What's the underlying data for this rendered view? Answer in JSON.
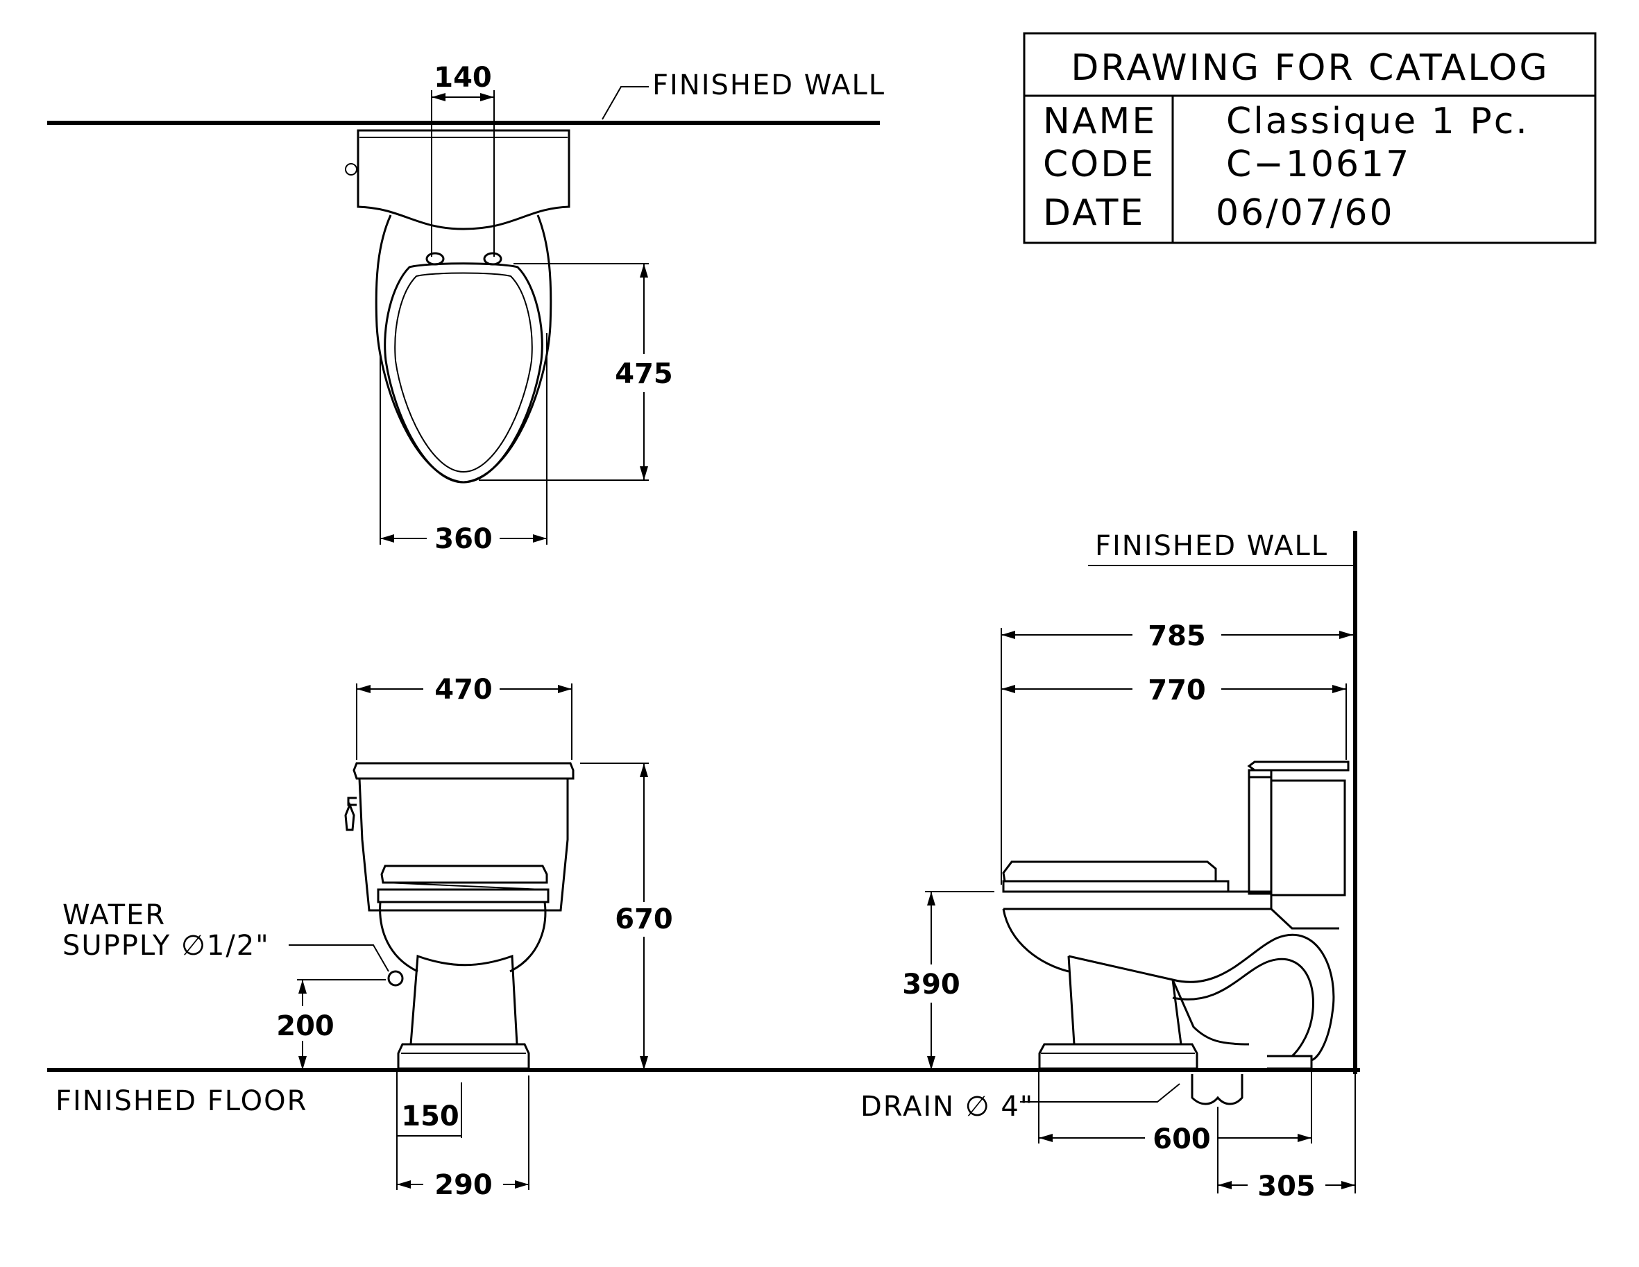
{
  "title_block": {
    "heading": "DRAWING FOR CATALOG",
    "name_label": "NAME",
    "name_value": "Classique 1 Pc.",
    "code_label": "CODE",
    "code_value": "C−10617",
    "date_label": "DATE",
    "date_value": "06/07/60"
  },
  "labels": {
    "finished_wall_top": "FINISHED WALL",
    "finished_wall_side": "FINISHED WALL",
    "finished_floor": "FINISHED FLOOR",
    "water_supply_line1": "WATER",
    "water_supply_line2": "SUPPLY ∅1/2\"",
    "drain": "DRAIN ∅ 4\""
  },
  "dimensions": {
    "d140": "140",
    "d475": "475",
    "d360": "360",
    "d470": "470",
    "d670": "670",
    "d200": "200",
    "d150": "150",
    "d290": "290",
    "d785": "785",
    "d770": "770",
    "d390": "390",
    "d600": "600",
    "d305": "305"
  }
}
